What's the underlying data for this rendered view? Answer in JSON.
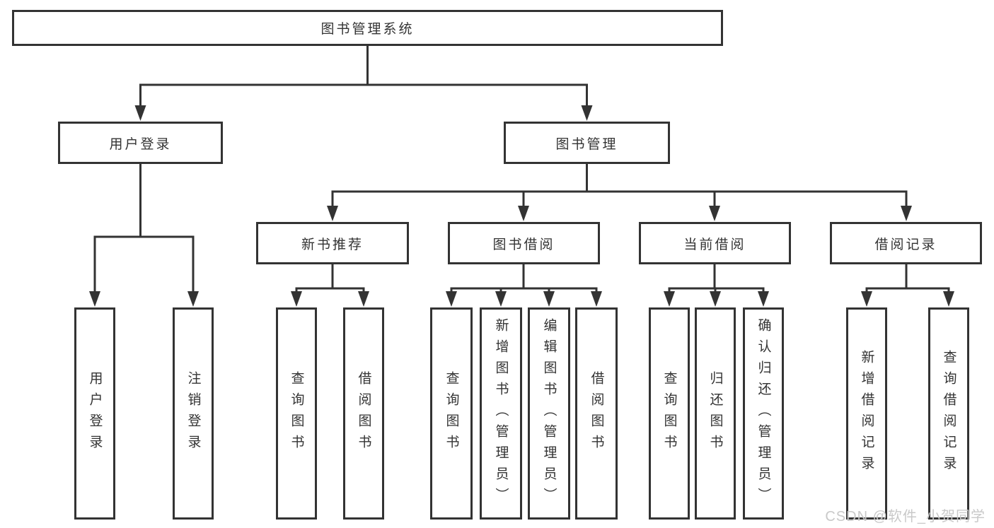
{
  "tree": {
    "root": "图书管理系统",
    "level2": [
      "用户登录",
      "图书管理"
    ],
    "level3": [
      "新书推荐",
      "图书借阅",
      "当前借阅",
      "借阅记录"
    ],
    "leaves": {
      "user_login": [
        "用户登录",
        "注销登录"
      ],
      "new_book": [
        "查询图书",
        "借阅图书"
      ],
      "book_borrow": [
        "查询图书",
        "新增图书（管理员）",
        "编辑图书（管理员）",
        "借阅图书"
      ],
      "current_borrow": [
        "查询图书",
        "归还图书",
        "确认归还（管理员）"
      ],
      "borrow_record": [
        "新增借阅记录",
        "查询借阅记录"
      ]
    }
  },
  "watermark": "CSDN @软件_小贺同学",
  "colors": {
    "ink": "#333333",
    "background": "#ffffff",
    "watermark_gray": "#c9c9c9"
  }
}
